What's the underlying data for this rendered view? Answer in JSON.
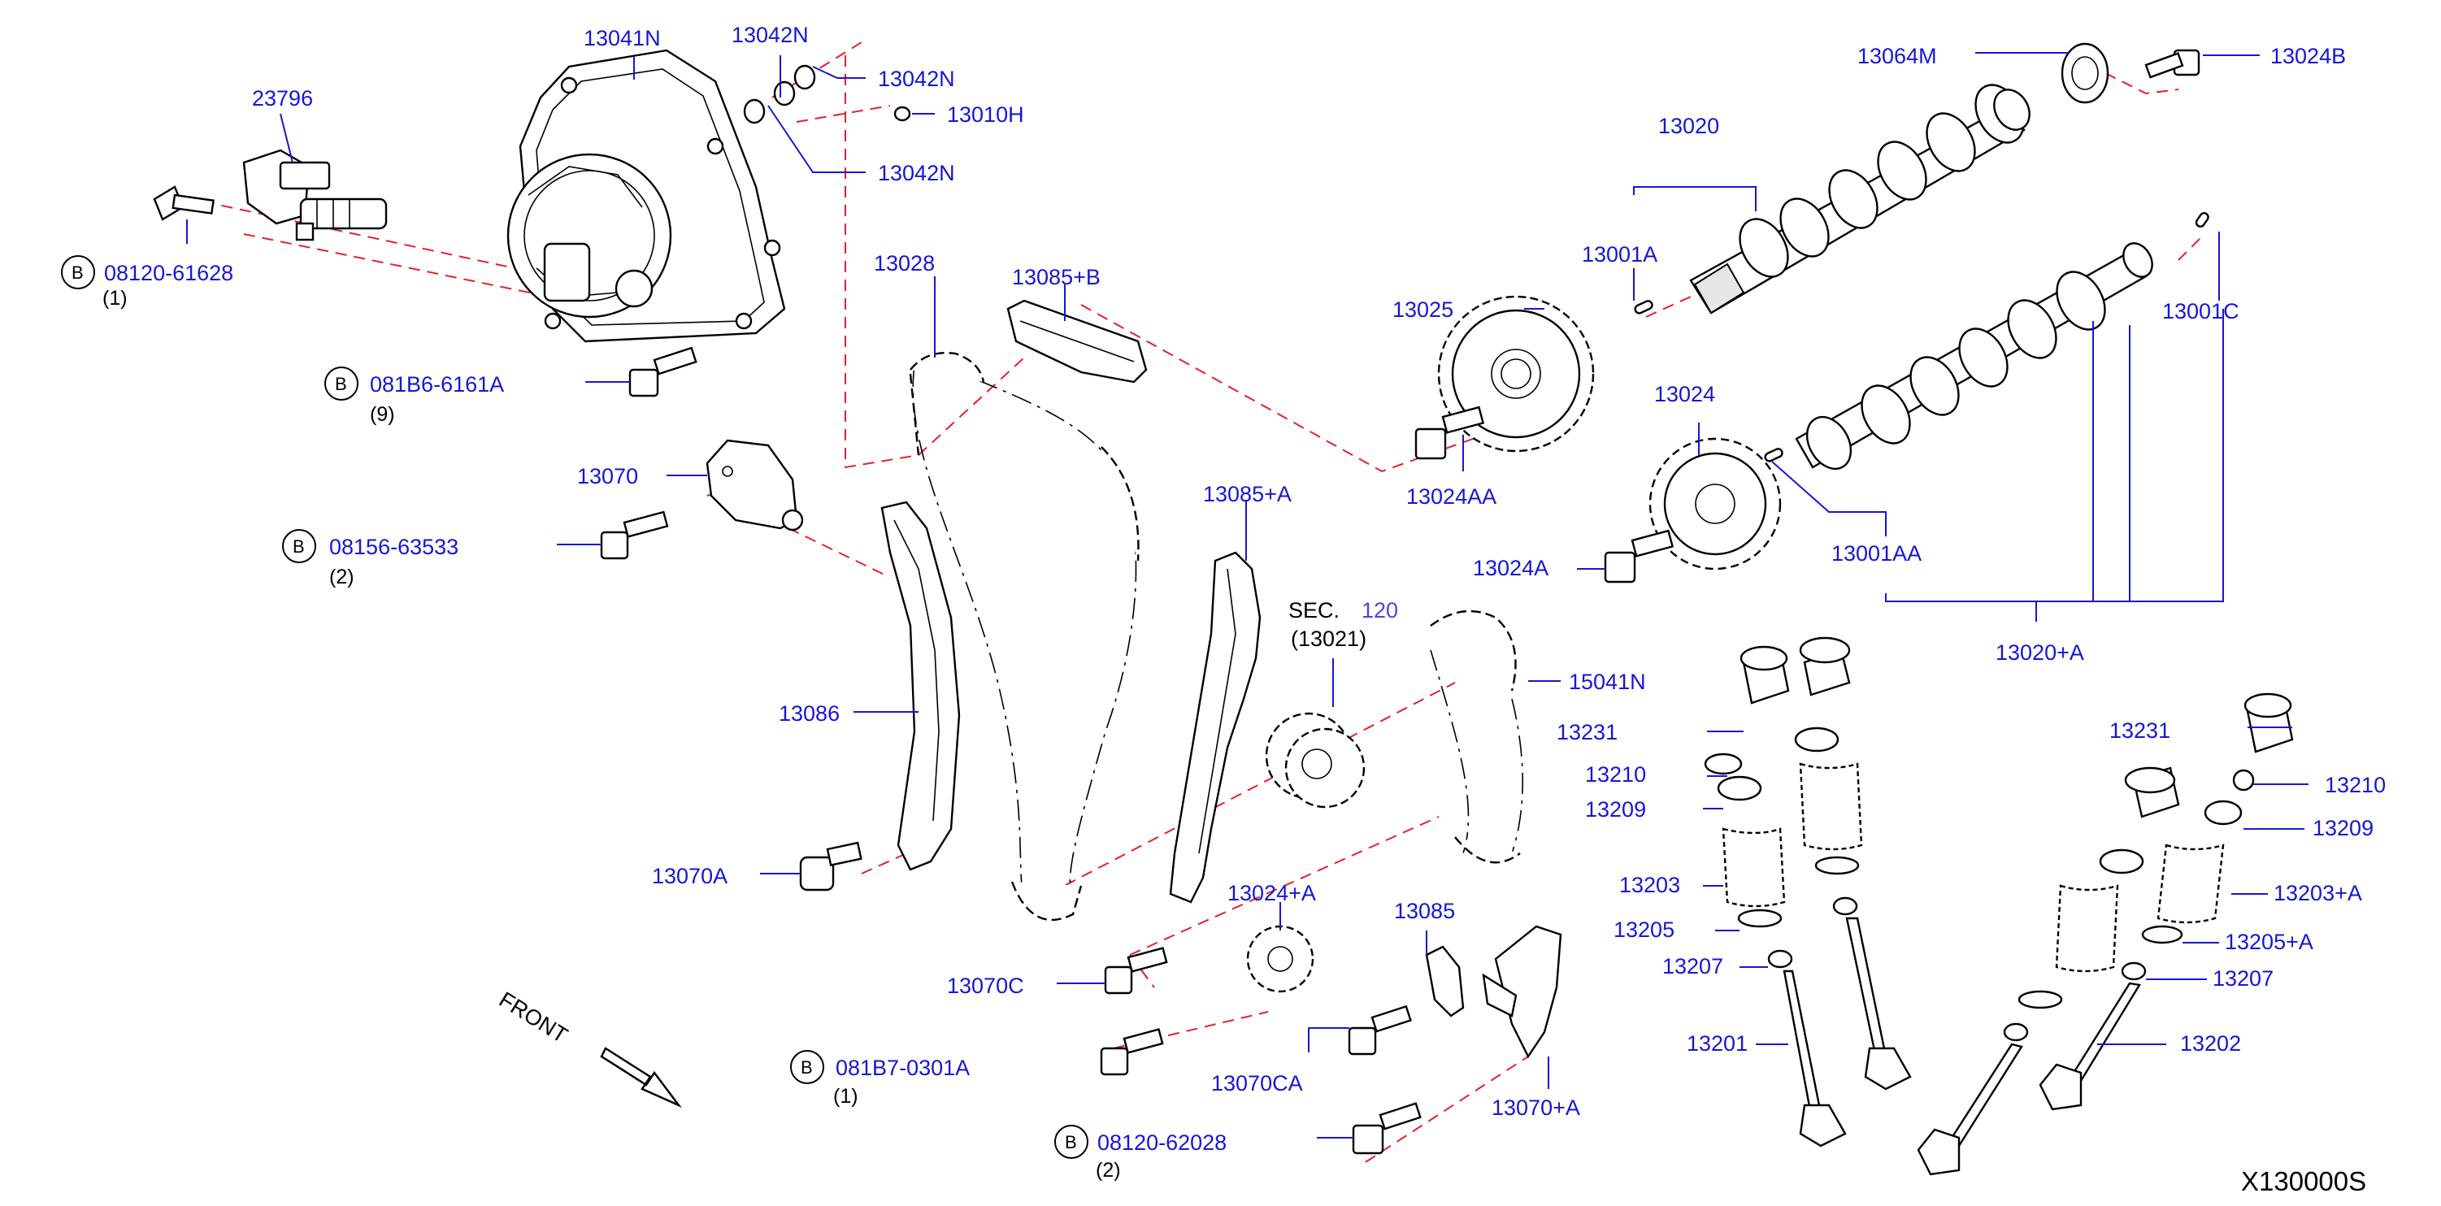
{
  "diagram_code": "X130000S",
  "front_label": "FRONT",
  "sec_ref": {
    "prefix": "SEC.",
    "number": "120",
    "sub": "(13021)"
  },
  "bolt_marker": "B",
  "callouts": {
    "p13041N": "13041N",
    "p13042N_a": "13042N",
    "p13042N_b": "13042N",
    "p13042N_c": "13042N",
    "p13010H": "13010H",
    "p23796": "23796",
    "p13028": "13028",
    "p13085B": "13085+B",
    "p13070": "13070",
    "p13086": "13086",
    "p13070A": "13070A",
    "p13070C": "13070C",
    "p13085A": "13085+A",
    "p13024A_plus": "13024+A",
    "p13085": "13085",
    "p13070CA": "13070CA",
    "p13070A_plus": "13070+A",
    "p15041N": "15041N",
    "p13064M": "13064M",
    "p13024B": "13024B",
    "p13020": "13020",
    "p13001A": "13001A",
    "p13025": "13025",
    "p13024AA": "13024AA",
    "p13024": "13024",
    "p13001C": "13001C",
    "p13024A": "13024A",
    "p13001AA": "13001AA",
    "p13020A": "13020+A",
    "p13231_a": "13231",
    "p13210_a": "13210",
    "p13209_a": "13209",
    "p13203": "13203",
    "p13205": "13205",
    "p13207_a": "13207",
    "p13201": "13201",
    "p13231_b": "13231",
    "p13210_b": "13210",
    "p13209_b": "13209",
    "p13203A": "13203+A",
    "p13205A": "13205+A",
    "p13207_b": "13207",
    "p13202": "13202"
  },
  "bolts": [
    {
      "part": "08120-61628",
      "qty": "(1)"
    },
    {
      "part": "081B6-6161A",
      "qty": "(9)"
    },
    {
      "part": "08156-63533",
      "qty": "(2)"
    },
    {
      "part": "081B7-0301A",
      "qty": "(1)"
    },
    {
      "part": "08120-62028",
      "qty": "(2)"
    }
  ]
}
